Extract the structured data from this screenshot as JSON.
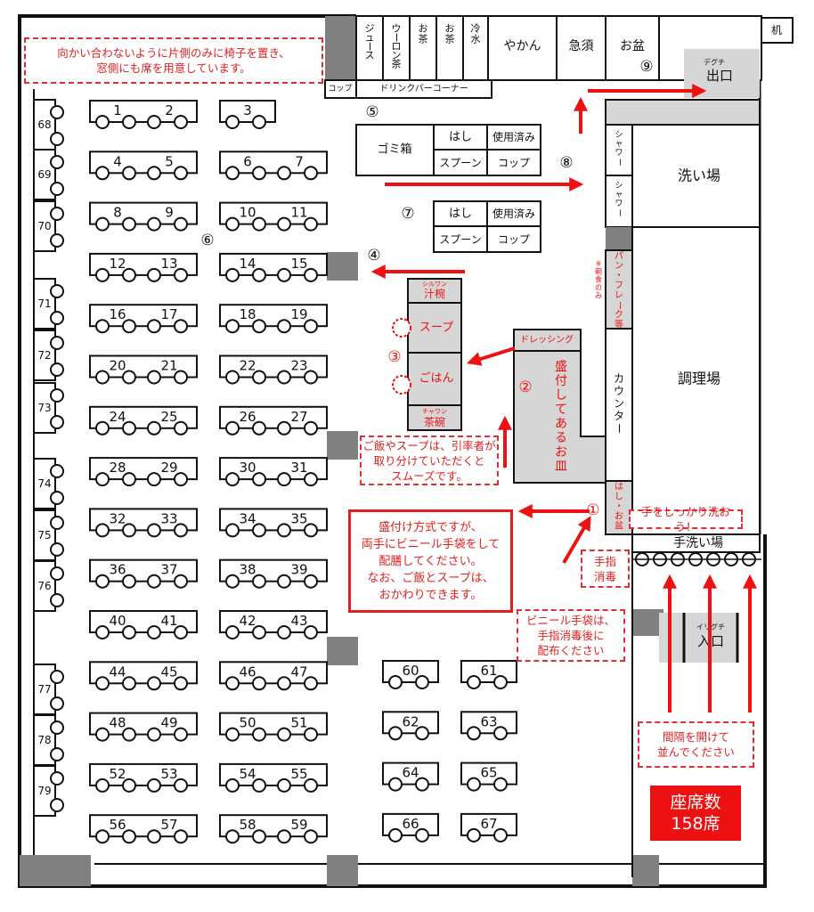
{
  "notes": {
    "top": "向かい合わないように片側のみに椅子を置き、\n窓側にも席を用意しています。",
    "ladle": "ご飯やスープは、引率者が\n取り分けていただくと\nスムーズです。",
    "method": "盛付け方式ですが、\n両手にビニール手袋をして\n配膳してください。\nなお、ご飯とスープは、\nおかわりできます。",
    "gloves": "ビニール手袋は、\n手指消毒後に\n配布ください",
    "sanitize": "手指\n消毒",
    "handwash": "手をしっかり洗おう！",
    "queue": "間隔を開けて\n並んでください"
  },
  "seat_total": "座席数\n158席",
  "drink_bar": {
    "items": [
      "ジュース",
      "ウーロン茶",
      "お茶",
      "お茶",
      "冷水",
      "やかん",
      "急須",
      "お盆"
    ],
    "desk": "机",
    "cup": "コップ",
    "label": "ドリンクバーコーナー"
  },
  "exit": {
    "ruby": "デグチ",
    "label": "出口"
  },
  "entrance": {
    "ruby": "イリグチ",
    "label": "入口"
  },
  "rooms": {
    "wash": "洗い場",
    "kitchen": "調理場",
    "counter": "カウンター",
    "shower": "シャワー",
    "handwash": "手洗い場",
    "bread": "パン・フレーク等",
    "bread_sub": "※朝食のみ",
    "chopsticks_tray": "はし・お盆"
  },
  "stations": {
    "trash": "ゴミ箱",
    "chopsticks": "はし",
    "used": "使用済み",
    "spoon": "スプーン",
    "cup": "コップ",
    "soupbowl_ruby": "シルワン",
    "soupbowl": "汁椀",
    "soup": "スープ",
    "rice": "ごはん",
    "ricebowl_ruby": "チャワン",
    "ricebowl": "茶碗",
    "dressing": "ドレッシング",
    "plated": "盛付してあるお皿"
  },
  "steps": [
    "①",
    "②",
    "③",
    "④",
    "⑤",
    "⑥",
    "⑦",
    "⑧",
    "⑨"
  ],
  "tables": {
    "left": [
      [
        "1",
        "2"
      ],
      [
        "4",
        "5"
      ],
      [
        "8",
        "9"
      ],
      [
        "12",
        "13"
      ],
      [
        "16",
        "17"
      ],
      [
        "20",
        "21"
      ],
      [
        "24",
        "25"
      ],
      [
        "28",
        "29"
      ],
      [
        "32",
        "33"
      ],
      [
        "36",
        "37"
      ],
      [
        "40",
        "41"
      ],
      [
        "44",
        "45"
      ],
      [
        "48",
        "49"
      ],
      [
        "52",
        "53"
      ],
      [
        "56",
        "57"
      ]
    ],
    "middle": [
      [
        "3"
      ],
      [
        "6",
        "7"
      ],
      [
        "10",
        "11"
      ],
      [
        "14",
        "15"
      ],
      [
        "18",
        "19"
      ],
      [
        "22",
        "23"
      ],
      [
        "26",
        "27"
      ],
      [
        "30",
        "31"
      ],
      [
        "34",
        "35"
      ],
      [
        "38",
        "39"
      ],
      [
        "42",
        "43"
      ],
      [
        "46",
        "47"
      ],
      [
        "50",
        "51"
      ],
      [
        "54",
        "55"
      ],
      [
        "58",
        "59"
      ]
    ],
    "right_a": [
      "60",
      "62",
      "64",
      "66"
    ],
    "right_b": [
      "61",
      "63",
      "65",
      "67"
    ]
  },
  "window_seats": [
    "68",
    "69",
    "70",
    "71",
    "72",
    "73",
    "74",
    "75",
    "76",
    "77",
    "78",
    "79"
  ],
  "colors": {
    "accent": "#ee1111",
    "gray": "#d6d6d6",
    "dark_gray": "#808080"
  }
}
